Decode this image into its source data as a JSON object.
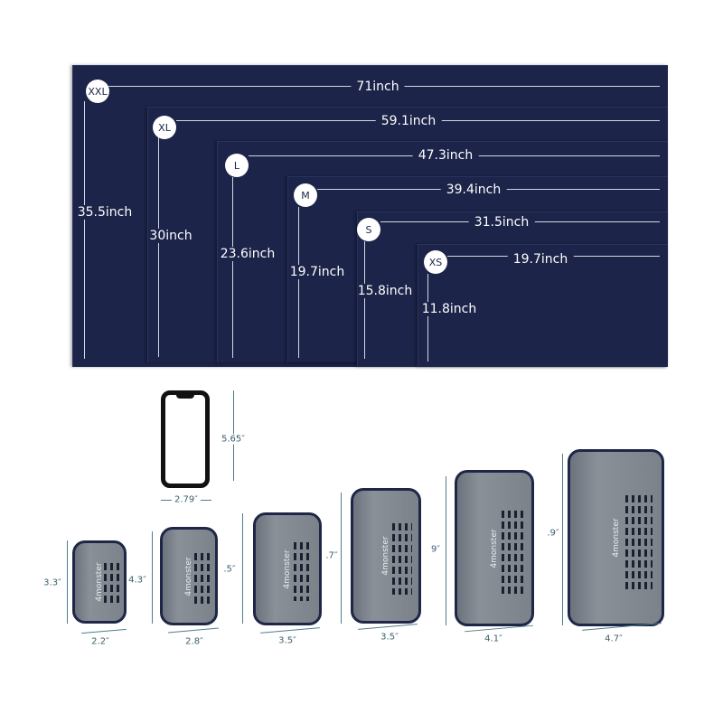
{
  "towels": [
    {
      "size": "XXL",
      "width": "71inch",
      "height": "35.5inch"
    },
    {
      "size": "XL",
      "width": "59.1inch",
      "height": "30inch"
    },
    {
      "size": "L",
      "width": "47.3inch",
      "height": "23.6inch"
    },
    {
      "size": "M",
      "width": "39.4inch",
      "height": "19.7inch"
    },
    {
      "size": "S",
      "width": "31.5inch",
      "height": "15.8inch"
    },
    {
      "size": "XS",
      "width": "19.7inch",
      "height": "11.8inch"
    }
  ],
  "phone": {
    "height": "5.65″",
    "width": "2.79″"
  },
  "cases": [
    {
      "height": "3.3″",
      "width": "2.2″",
      "brand": "4monster"
    },
    {
      "height": "4.3″",
      "width": "2.8″",
      "brand": "4monster"
    },
    {
      "height": ".5″",
      "width": "3.5″",
      "brand": "4monster"
    },
    {
      "height": ".7″",
      "width": "3.5″",
      "brand": "4monster"
    },
    {
      "height": "9″",
      "width": "4.1″",
      "brand": "4monster"
    },
    {
      "height": ".9″",
      "width": "4.7″",
      "brand": "4monster"
    }
  ],
  "colors": {
    "towel": "#1c2449",
    "case": "#7c828a",
    "dimension": "#3b5f6f"
  }
}
